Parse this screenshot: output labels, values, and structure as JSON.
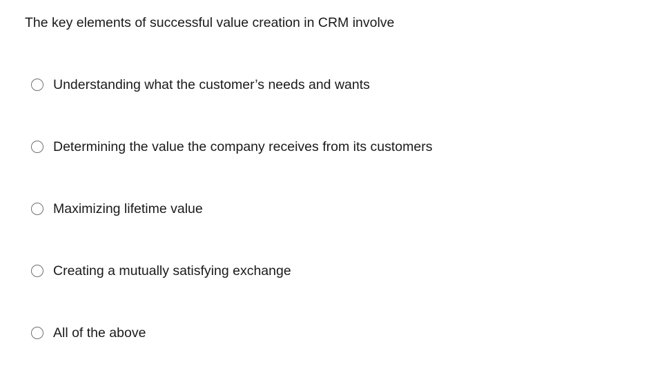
{
  "question": {
    "text": "The key elements of successful value creation in CRM involve"
  },
  "options": [
    {
      "label": "Understanding what the customer’s needs and wants",
      "selected": false
    },
    {
      "label": "Determining the value the company receives from its customers",
      "selected": false
    },
    {
      "label": "Maximizing lifetime value",
      "selected": false
    },
    {
      "label": "Creating a mutually satisfying exchange",
      "selected": false
    },
    {
      "label": "All of the above",
      "selected": false
    }
  ]
}
